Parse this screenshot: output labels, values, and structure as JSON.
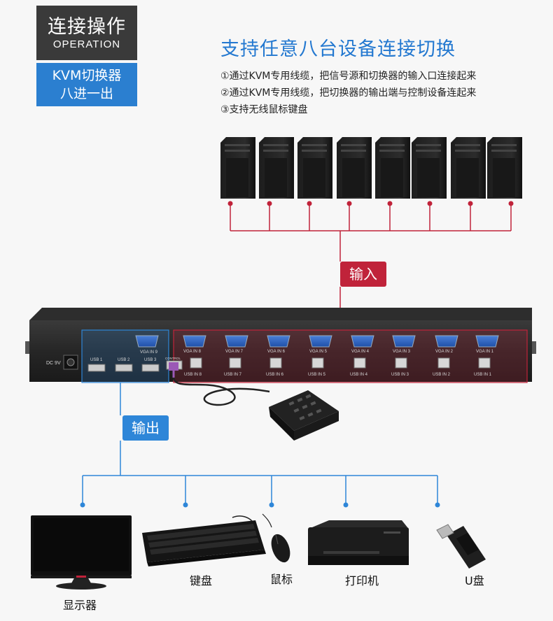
{
  "badge": {
    "title_zh": "连接操作",
    "title_en": "OPERATION",
    "sub_line1": "KVM切换器",
    "sub_line2": "八进一出"
  },
  "headline": "支持任意八台设备连接切换",
  "steps": [
    "①通过KVM专用线缆，把信号源和切换器的输入口连接起来",
    "②通过KVM专用线缆，把切换器的输出端与控制设备连起来",
    "③支持无线鼠标键盘"
  ],
  "tags": {
    "input": "输入",
    "output": "输出"
  },
  "device_panel": {
    "dc_label": "DC 9V",
    "vga_out_label": "VGA IN 9",
    "usb_out_labels": [
      "USB 1",
      "USB 2",
      "USB 3"
    ],
    "control_label": "CONTROL",
    "vga_in_labels": [
      "VGA IN 8",
      "VGA IN 7",
      "VGA IN 6",
      "VGA IN 5",
      "VGA IN 4",
      "VGA IN 3",
      "VGA IN 2",
      "VGA IN 1"
    ],
    "usb_in_labels": [
      "USB IN 8",
      "USB IN 7",
      "USB IN 6",
      "USB IN 5",
      "USB IN 4",
      "USB IN 3",
      "USB IN 2",
      "USB IN 1"
    ]
  },
  "outputs": {
    "monitor": "显示器",
    "keyboard": "键盘",
    "mouse": "鼠标",
    "printer": "打印机",
    "udisk": "U盘"
  },
  "colors": {
    "input_red": "#c0233a",
    "output_blue": "#2e86d8",
    "headline_blue": "#2378d0",
    "badge_dark": "#3a3a3a"
  }
}
